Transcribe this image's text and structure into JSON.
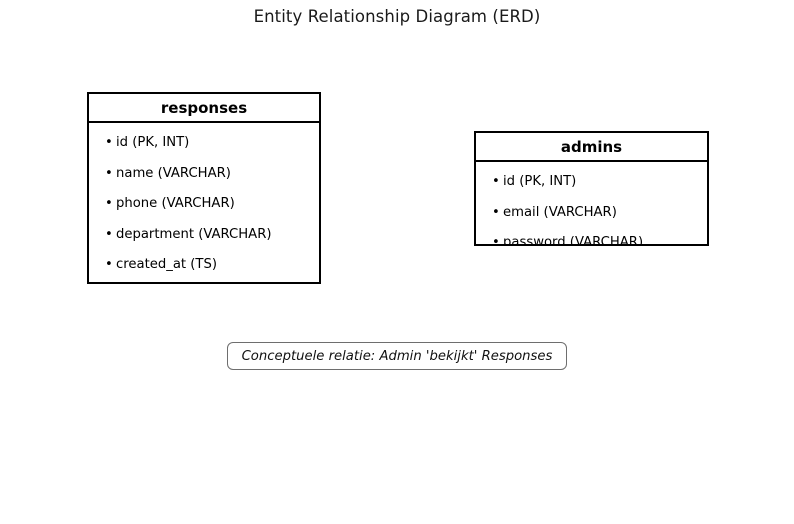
{
  "diagram": {
    "title": "Entity Relationship Diagram (ERD)",
    "background_color": "#ffffff",
    "entity_border_color": "#000000",
    "note_border_color": "#6e6e6e"
  },
  "entities": [
    {
      "name": "responses",
      "fields": [
        {
          "bullet": "•",
          "label": "id (PK, INT)"
        },
        {
          "bullet": "•",
          "label": "name (VARCHAR)"
        },
        {
          "bullet": "•",
          "label": "phone (VARCHAR)"
        },
        {
          "bullet": "•",
          "label": "department (VARCHAR)"
        },
        {
          "bullet": "•",
          "label": "created_at (TS)"
        }
      ]
    },
    {
      "name": "admins",
      "fields": [
        {
          "bullet": "•",
          "label": "id (PK, INT)"
        },
        {
          "bullet": "•",
          "label": "email (VARCHAR)"
        },
        {
          "bullet": "•",
          "label": "password (VARCHAR)"
        }
      ]
    }
  ],
  "relation_note": {
    "text": "Conceptuele relatie: Admin 'bekijkt' Responses"
  }
}
